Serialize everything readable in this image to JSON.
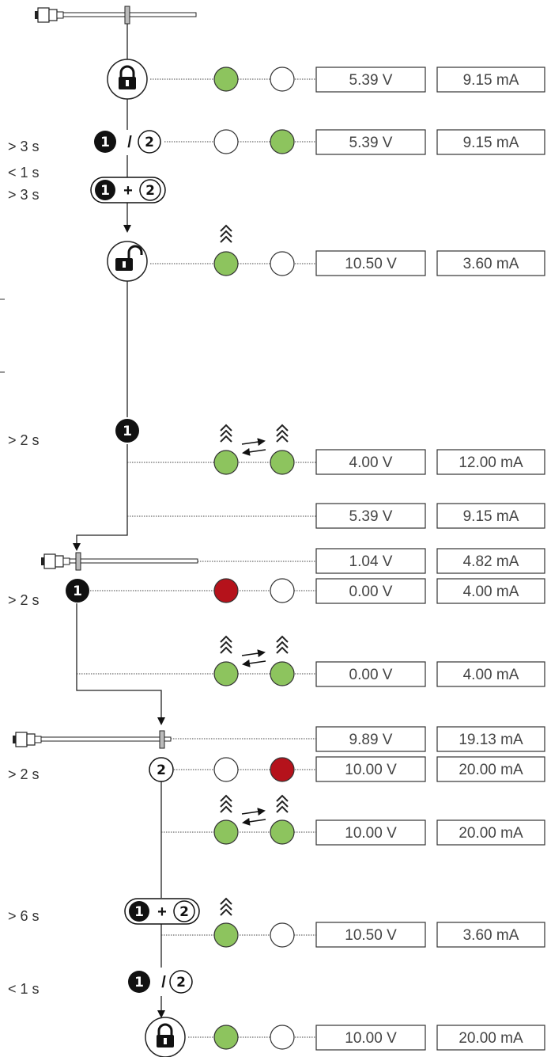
{
  "rows": [
    {
      "voltage": "5.39 V",
      "current": "9.15 mA"
    },
    {
      "voltage": "5.39 V",
      "current": "9.15 mA"
    },
    {
      "voltage": "10.50 V",
      "current": "3.60 mA"
    },
    {
      "voltage": "4.00 V",
      "current": "12.00 mA"
    },
    {
      "voltage": "5.39 V",
      "current": "9.15 mA"
    },
    {
      "voltage": "1.04 V",
      "current": "4.82 mA"
    },
    {
      "voltage": "0.00 V",
      "current": "4.00 mA"
    },
    {
      "voltage": "0.00 V",
      "current": "4.00 mA"
    },
    {
      "voltage": "9.89 V",
      "current": "19.13 mA"
    },
    {
      "voltage": "10.00 V",
      "current": "20.00 mA"
    },
    {
      "voltage": "10.00 V",
      "current": "20.00 mA"
    },
    {
      "voltage": "10.50 V",
      "current": "3.60 mA"
    },
    {
      "voltage": "10.00 V",
      "current": "20.00 mA"
    }
  ],
  "time_labels": [
    "> 3 s",
    "< 1 s",
    "> 3 s",
    "> 2 s",
    "> 2 s",
    "> 2 s",
    "> 6 s",
    "< 1 s"
  ],
  "buttons": {
    "one": "1",
    "two": "2",
    "slash": "/",
    "plus": "+"
  },
  "colors": {
    "led_green": "#8dc45e",
    "led_red": "#b5121b",
    "led_off": "#ffffff"
  }
}
